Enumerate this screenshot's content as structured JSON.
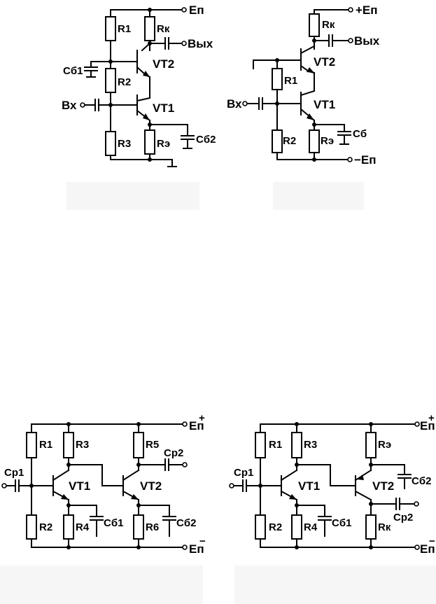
{
  "diagrams": [
    {
      "id": "top-left",
      "labels": {
        "supply": "Eп",
        "r1": "R1",
        "rk": "Rк",
        "out": "Вых",
        "cb1": "Cб1",
        "r2": "R2",
        "vt2": "VT2",
        "in": "Вх",
        "vt1": "VT1",
        "r3": "R3",
        "re": "Rэ",
        "cb2": "Cб2"
      }
    },
    {
      "id": "top-right",
      "labels": {
        "supply_pos": "+Eп",
        "rk": "Rк",
        "out": "Вых",
        "vt2": "VT2",
        "r1": "R1",
        "in": "Вх",
        "vt1": "VT1",
        "cb": "Cб",
        "r2": "R2",
        "re": "Rэ",
        "supply_neg": "−Eп"
      }
    },
    {
      "id": "bottom-left",
      "labels": {
        "supply_pos": "Eп",
        "supply_pos_sign": "+",
        "r1": "R1",
        "r3": "R3",
        "r5": "R5",
        "cp2": "Cр2",
        "cp1": "Cр1",
        "vt1": "VT1",
        "vt2": "VT2",
        "r2": "R2",
        "r4": "R4",
        "cb1": "Cб1",
        "r6": "R6",
        "cb2": "Cб2",
        "supply_neg": "Eп",
        "supply_neg_sign": "−"
      }
    },
    {
      "id": "bottom-right",
      "labels": {
        "supply_pos": "Eп",
        "supply_pos_sign": "+",
        "r1": "R1",
        "r3": "R3",
        "re": "Rэ",
        "cp1": "Cр1",
        "vt1": "VT1",
        "vt2": "VT2",
        "cb2": "Cб2",
        "r2": "R2",
        "r4": "R4",
        "cb1": "Cб1",
        "rk": "Rк",
        "cp2": "Cр2",
        "supply_neg": "Eп",
        "supply_neg_sign": "−"
      }
    }
  ]
}
